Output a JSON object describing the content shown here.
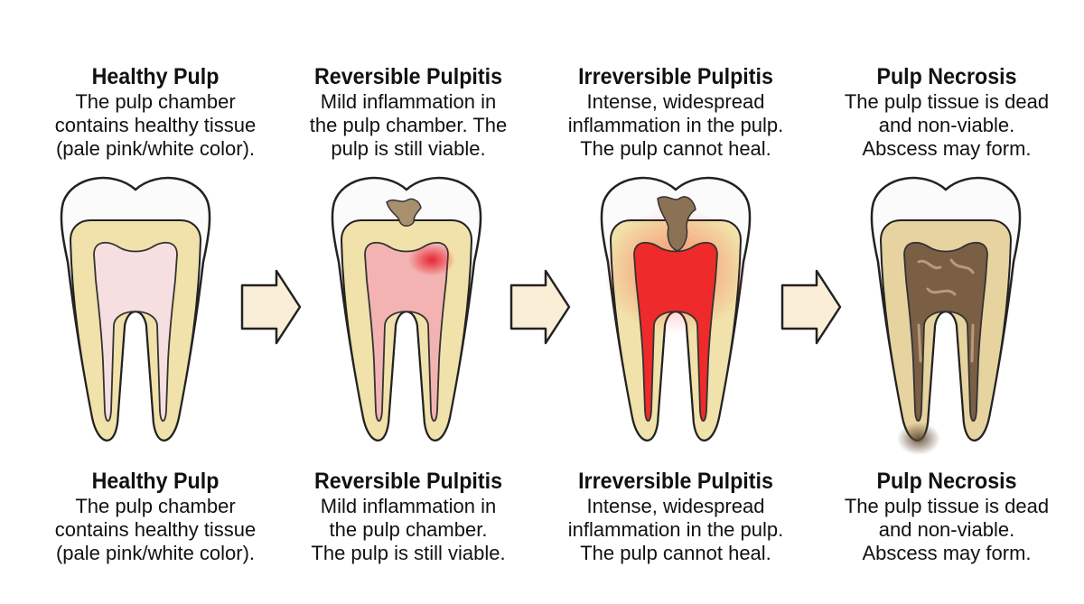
{
  "stages": [
    {
      "title": "Healthy Pulp",
      "description_top": [
        "The pulp chamber",
        "contains healthy tissue",
        "(pale pink/white color)."
      ],
      "description_bottom": [
        "The pulp chamber",
        "contains healthy tissue",
        "(pale pink/white color)."
      ]
    },
    {
      "title": "Reversible Pulpitis",
      "description_top": [
        "Mild inflammation in",
        "the pulp chamber. The",
        "pulp is still viable."
      ],
      "description_bottom": [
        "Mild inflammation in",
        "the pulp chamber.",
        "The pulp is still viable."
      ]
    },
    {
      "title": "Irreversible Pulpitis",
      "description_top": [
        "Intense, widespread",
        "inflammation in the pulp.",
        "The pulp cannot heal."
      ],
      "description_bottom": [
        "Intense, widespread",
        "inflammation in the pulp.",
        "The pulp cannot heal."
      ]
    },
    {
      "title": "Pulp Necrosis",
      "description_top": [
        "The pulp tissue is dead",
        "and non-viable.",
        "Abscess may form."
      ],
      "description_bottom": [
        "The pulp tissue is dead",
        "and non-viable.",
        "Abscess may form."
      ]
    }
  ],
  "colors": {
    "enamel": "#fbfbfb",
    "dentin": "#f1e1aa",
    "outline": "#222222",
    "healthy_pulp": "#f6dfe0",
    "reversible_pulp": "#f3b3b3",
    "irreversible_pulp": "#ee2a2a",
    "necrotic_pulp": "#7a5f45",
    "caries": "#a8906e",
    "arrow_fill": "#fbeed6"
  }
}
